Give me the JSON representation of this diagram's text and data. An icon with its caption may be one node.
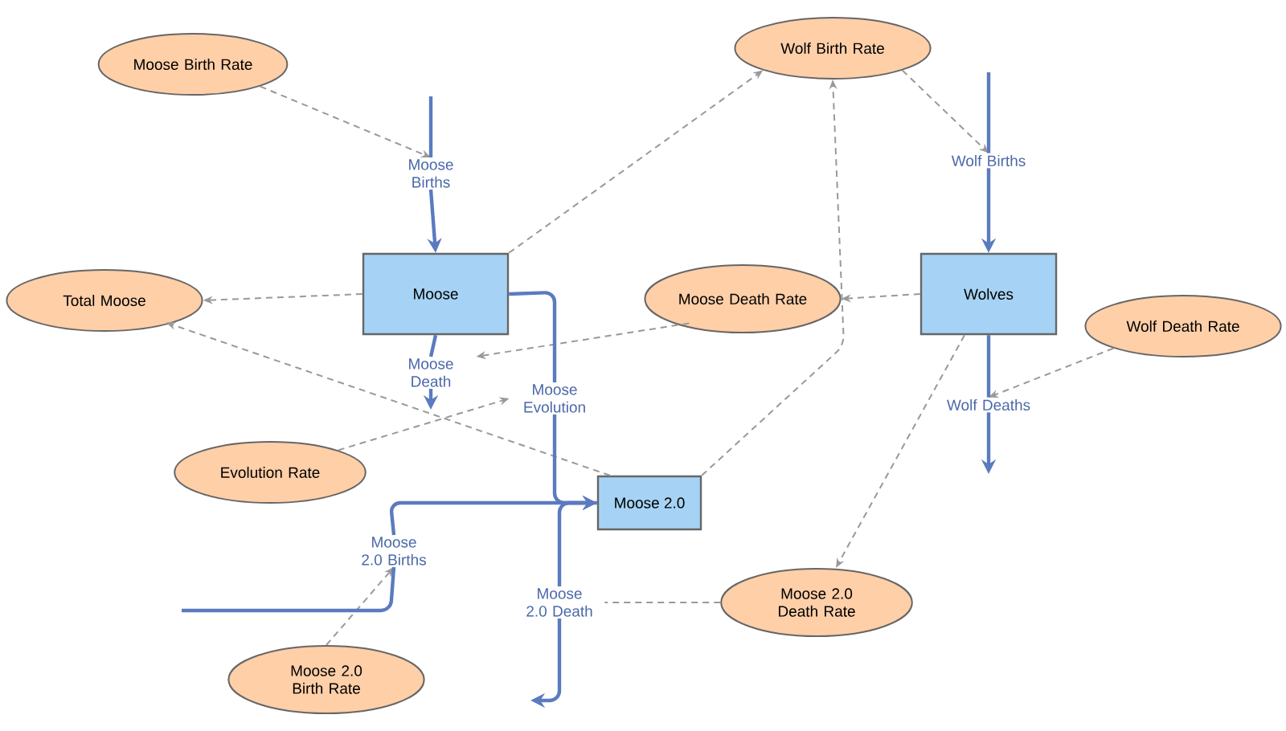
{
  "diagram": {
    "nodes": [
      {
        "text": [
          "Moose Birth Rate"
        ]
      },
      {
        "text": [
          "Wolf Birth Rate"
        ]
      },
      {
        "text": [
          "Wolf Births"
        ]
      },
      {
        "text": [
          "Moose Births"
        ]
      },
      {
        "text": [
          "Total Moose"
        ]
      },
      {
        "text": [
          "Moose"
        ]
      },
      {
        "text": [
          "Moose Death Rate"
        ]
      },
      {
        "text": [
          "Wolves"
        ]
      },
      {
        "text": [
          "Wolf Death Rate"
        ]
      },
      {
        "text": [
          "Moose Death"
        ]
      },
      {
        "text": [
          "Moose Evolution"
        ]
      },
      {
        "text": [
          "Wolf Deaths"
        ]
      },
      {
        "text": [
          "Evolution Rate"
        ]
      },
      {
        "text": [
          "Moose 2.0"
        ]
      },
      {
        "text": [
          "Moose 2.0 Births"
        ]
      },
      {
        "text": [
          "Moose 2.0 Death"
        ]
      },
      {
        "text": [
          "Moose 2.0 Death Rate"
        ]
      },
      {
        "text": [
          "Moose 2.0 Birth Rate"
        ]
      }
    ],
    "edges": [
      {
        "from": 0,
        "to": 3,
        "arrow": "to",
        "style": "dashed",
        "color": "#999999"
      },
      {
        "from": 5,
        "to": 1,
        "arrow": "to",
        "style": "dashed",
        "color": "#999999"
      },
      {
        "from": 13,
        "to": 1,
        "arrow": "to",
        "style": "dashed",
        "color": "#999999"
      },
      {
        "from": 1,
        "to": 2,
        "arrow": "to",
        "style": "dashed",
        "color": "#999999"
      },
      {
        "from": 5,
        "to": 4,
        "arrow": "to",
        "style": "dashed",
        "color": "#999999"
      },
      {
        "from": 13,
        "to": 4,
        "arrow": "to",
        "style": "dashed",
        "color": "#999999"
      },
      {
        "from": 7,
        "to": 6,
        "arrow": "to",
        "style": "dashed",
        "color": "#999999"
      },
      {
        "from": 6,
        "to": 9,
        "arrow": "to",
        "style": "dashed",
        "color": "#999999"
      },
      {
        "from": 8,
        "to": 11,
        "arrow": "to",
        "style": "dashed",
        "color": "#999999"
      },
      {
        "from": 7,
        "to": 16,
        "arrow": "to",
        "style": "dashed",
        "color": "#999999"
      },
      {
        "from": 12,
        "to": 10,
        "arrow": "to",
        "style": "dashed",
        "color": "#999999"
      },
      {
        "from": 17,
        "to": 14,
        "arrow": "to",
        "style": "dashed",
        "color": "#999999"
      },
      {
        "from": 16,
        "to": 15,
        "arrow": "none",
        "style": "dashed",
        "color": "#999999"
      },
      {
        "from": null,
        "to": 3,
        "arrow": "none"
      },
      {
        "from": 3,
        "to": 5,
        "arrow": "to"
      },
      {
        "from": 5,
        "to": 9,
        "arrow": "none"
      },
      {
        "from": 9,
        "to": null,
        "arrow": "to"
      },
      {
        "from": 5,
        "to": 10,
        "arrow": "none"
      },
      {
        "from": 10,
        "to": 13,
        "arrow": "to"
      },
      {
        "from": null,
        "to": 14,
        "arrow": "none"
      },
      {
        "from": 14,
        "to": 13,
        "arrow": "to"
      },
      {
        "from": 13,
        "to": 15,
        "arrow": "none"
      },
      {
        "from": 15,
        "to": null,
        "arrow": "to"
      },
      {
        "from": null,
        "to": 2,
        "arrow": "none"
      },
      {
        "from": 2,
        "to": 7,
        "arrow": "to"
      },
      {
        "from": 7,
        "to": 11,
        "arrow": "none"
      },
      {
        "from": 11,
        "to": null,
        "arrow": "to"
      }
    ]
  }
}
